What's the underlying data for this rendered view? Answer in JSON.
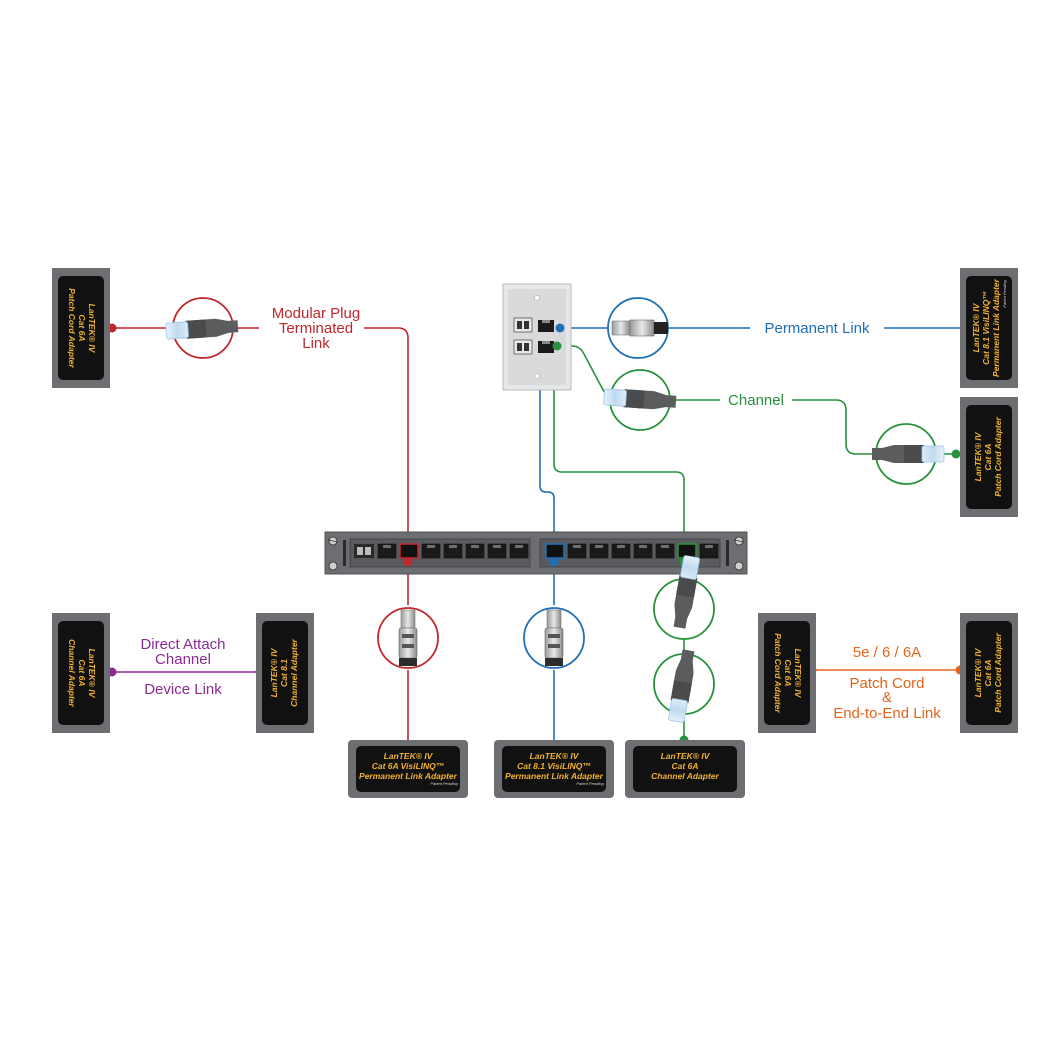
{
  "labels": {
    "modular": [
      "Modular Plug",
      "Terminated",
      "Link"
    ],
    "permanent": "Permanent Link",
    "channel": "Channel",
    "direct_attach": [
      "Direct Attach",
      "Channel"
    ],
    "device_link": "Device Link",
    "patch_cats": "5e / 6 / 6A",
    "patch_cord": [
      "Patch Cord",
      "&",
      "End-to-End Link"
    ]
  },
  "adapters": {
    "left_top": [
      "LanTEK® IV",
      "Cat 6A",
      "Patch Cord Adapter"
    ],
    "right_top": [
      "LanTEK® IV",
      "Cat 8.1 VisiLINQ™",
      "Permanent Link Adapter"
    ],
    "right_top_small": "Patent Pending",
    "right_mid": [
      "LanTEK® IV",
      "Cat 6A",
      "Patch Cord Adapter"
    ],
    "left_bottom_a": [
      "LanTEK® IV",
      "Cat 6A",
      "Channel Adapter"
    ],
    "left_bottom_b": [
      "LanTEK® IV",
      "Cat 8.1",
      "Channel Adapter"
    ],
    "right_bottom_a": [
      "LanTEK® IV",
      "Cat 6A",
      "Patch Cord Adapter"
    ],
    "right_bottom_b": [
      "LanTEK® IV",
      "Cat 6A",
      "Patch Cord Adapter"
    ],
    "bottom_1": [
      "LanTEK® IV",
      "Cat 6A VisiLINQ™",
      "Permanent Link Adapter"
    ],
    "bottom_1_small": "Patent Pending",
    "bottom_2": [
      "LanTEK® IV",
      "Cat 8.1 VisiLINQ™",
      "Permanent Link Adapter"
    ],
    "bottom_2_small": "Patent Pending",
    "bottom_3": [
      "LanTEK® IV",
      "Cat 6A",
      "Channel Adapter"
    ]
  },
  "colors": {
    "red": "#c0272d",
    "blue": "#1f6fb4",
    "green": "#27923b",
    "purple": "#8b2a92",
    "orange": "#e3651d",
    "adapter_body": "#6d6e71",
    "adapter_face": "#111111",
    "adapter_text": "#f2b233"
  }
}
